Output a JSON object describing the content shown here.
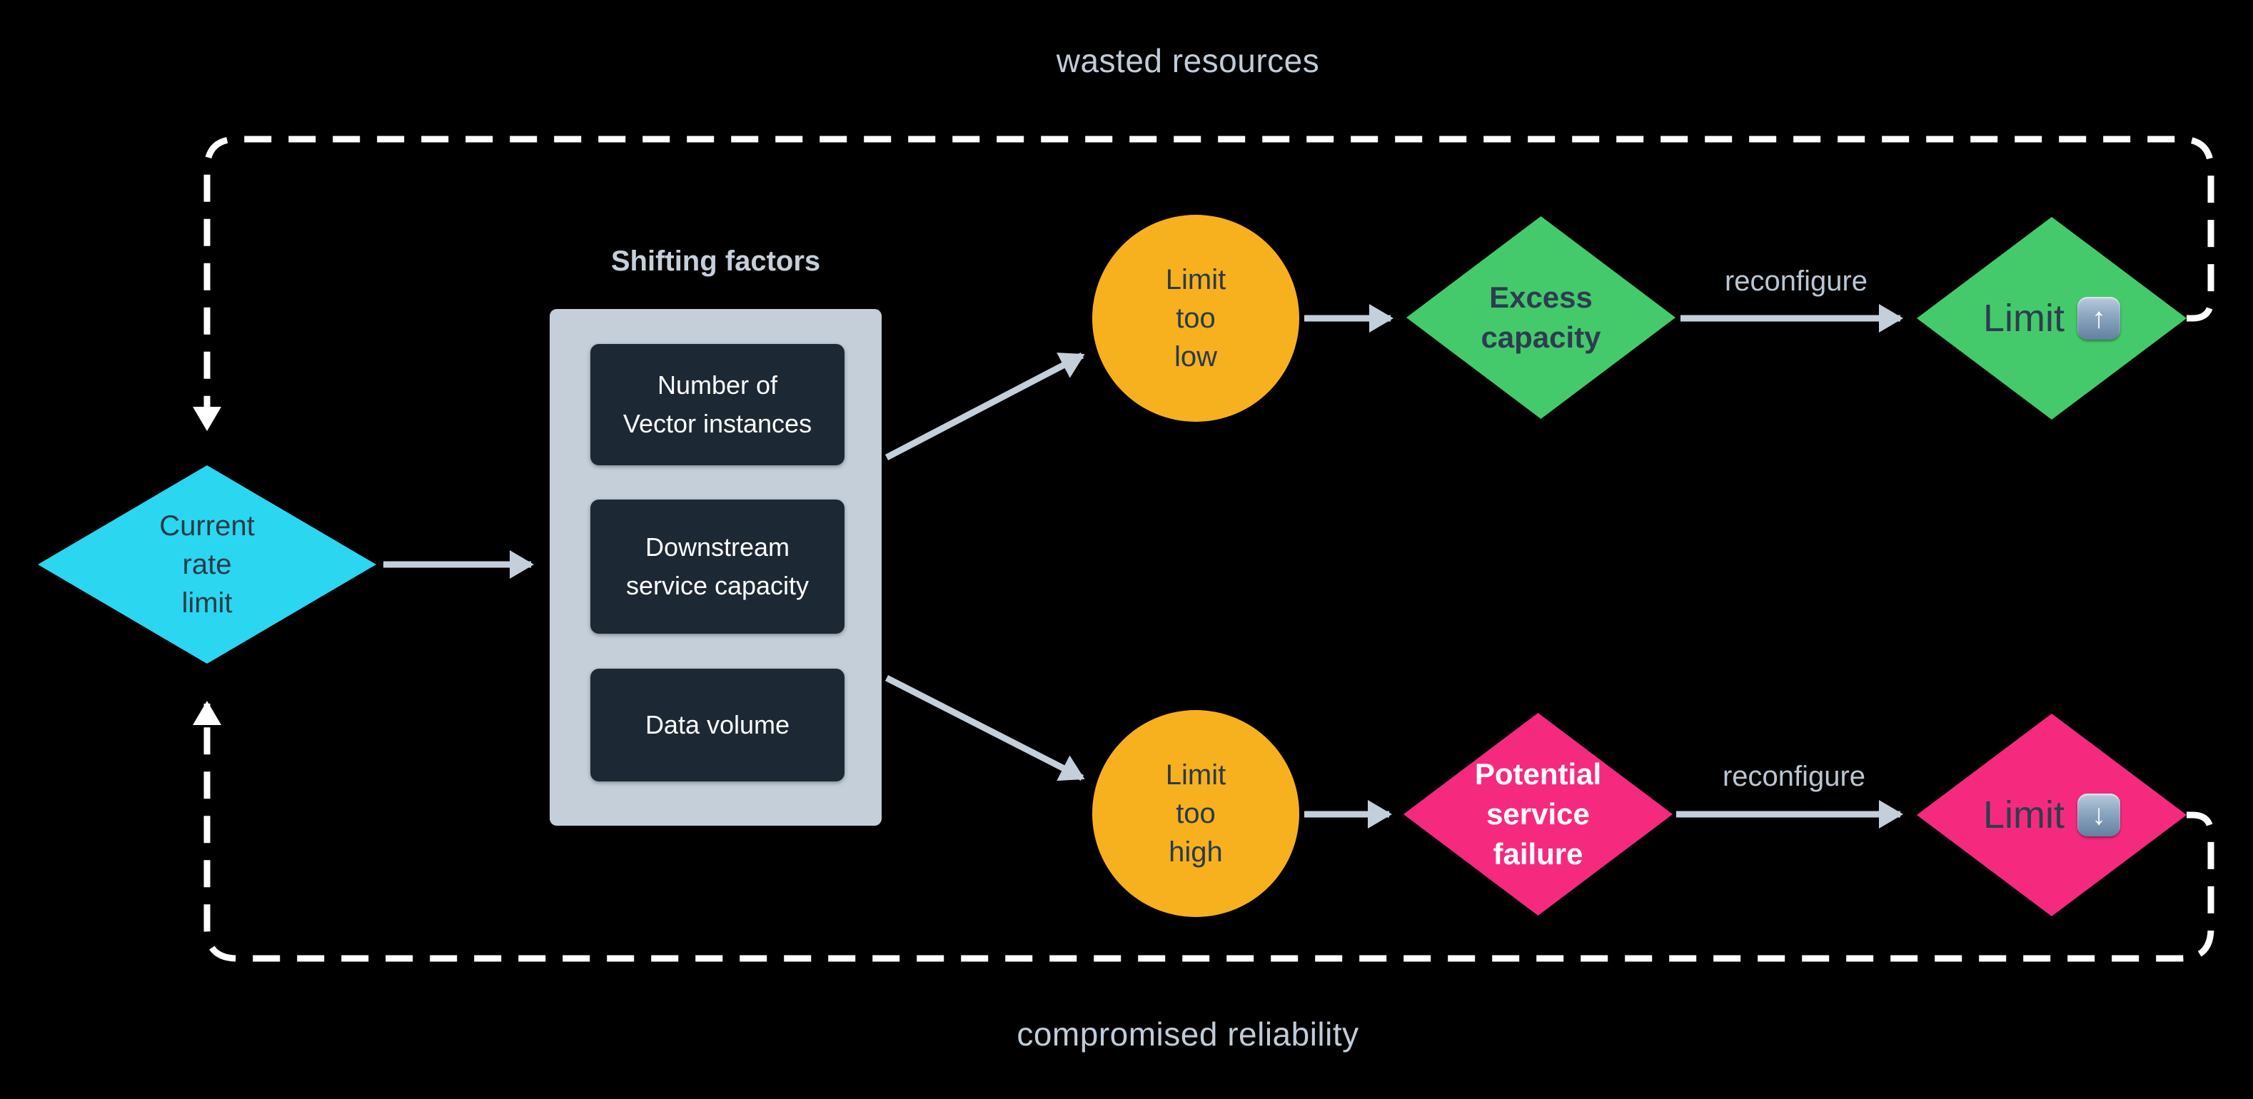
{
  "colors": {
    "background": "#000000",
    "cyan_node": "#2bd6f0",
    "amber_node": "#f7b01e",
    "green_node": "#45ca6b",
    "pink_node": "#f52a7e",
    "panel_gray": "#c4cfda",
    "factor_box": "#1c2833",
    "arrow_gray": "#c3cfd9",
    "dashed_loop": "#ffffff"
  },
  "labels": {
    "top": "wasted resources",
    "bottom": "compromised reliability",
    "reconfigure_top": "reconfigure",
    "reconfigure_bottom": "reconfigure"
  },
  "nodes": {
    "current_rate_limit": "Current\nrate\nlimit",
    "shifting_factors": {
      "title": "Shifting factors",
      "items": [
        "Number of\nVector instances",
        "Downstream\nservice capacity",
        "Data volume"
      ]
    },
    "limit_too_low": "Limit\ntoo\nlow",
    "limit_too_high": "Limit\ntoo\nhigh",
    "excess_capacity": "Excess\ncapacity",
    "potential_service_failure": "Potential\nservice\nfailure",
    "limit_up": {
      "label": "Limit",
      "icon": "↑"
    },
    "limit_down": {
      "label": "Limit",
      "icon": "↓"
    }
  }
}
